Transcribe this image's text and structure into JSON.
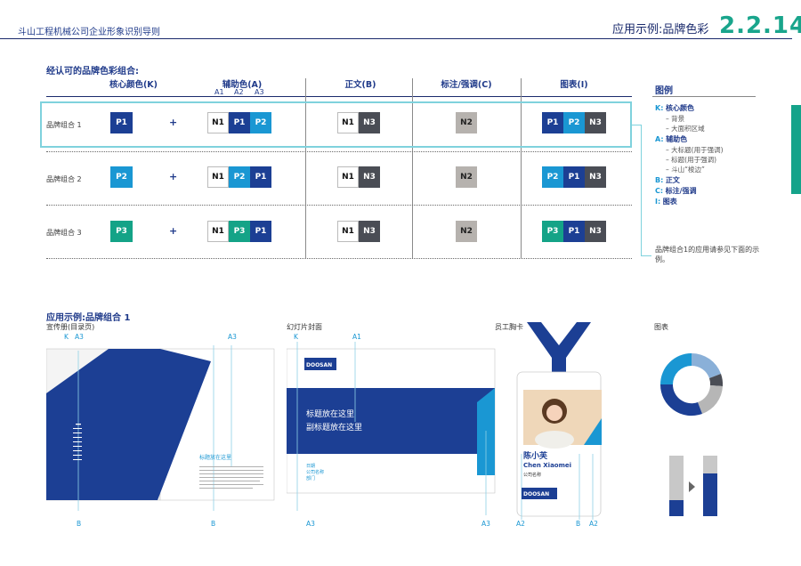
{
  "header": {
    "left_title": "斗山工程机械公司企业形象识别导则",
    "right_title": "应用示例:品牌色彩",
    "page_number": "2.2.14"
  },
  "table": {
    "title": "经认可的品牌色彩组合:",
    "columns": {
      "core": "核心颜色(K)",
      "aux": "辅助色(A)",
      "aux_sub": [
        "A1",
        "A2",
        "A3"
      ],
      "body": "正文(B)",
      "note": "标注/强调(C)",
      "chart": "图表(I)"
    },
    "plus": "+",
    "rows": [
      {
        "label": "品牌组合 1",
        "core": "P1",
        "aux": [
          "N1",
          "P1",
          "P2"
        ],
        "body": [
          "N1",
          "N3"
        ],
        "note": "N2",
        "chart": [
          "P1",
          "P2",
          "N3"
        ]
      },
      {
        "label": "品牌组合 2",
        "core": "P2",
        "aux": [
          "N1",
          "P2",
          "P1"
        ],
        "body": [
          "N1",
          "N3"
        ],
        "note": "N2",
        "chart": [
          "P2",
          "P1",
          "N3"
        ]
      },
      {
        "label": "品牌组合 3",
        "core": "P3",
        "aux": [
          "N1",
          "P3",
          "P1"
        ],
        "body": [
          "N1",
          "N3"
        ],
        "note": "N2",
        "chart": [
          "P3",
          "P1",
          "N3"
        ]
      }
    ]
  },
  "legend": {
    "title": "图例",
    "items": [
      {
        "key": "K:",
        "label": "核心颜色",
        "subs": [
          "背景",
          "大面积区域"
        ]
      },
      {
        "key": "A:",
        "label": "辅助色",
        "subs": [
          "大标题(用于强调)",
          "标题(用于强调)",
          "斗山“梭边”"
        ]
      },
      {
        "key": "B:",
        "label": "正文",
        "subs": []
      },
      {
        "key": "C:",
        "label": "标注/强调",
        "subs": []
      },
      {
        "key": "I:",
        "label": "图表",
        "subs": []
      }
    ],
    "dash": "–",
    "note": "品牌组合1的应用请参见下面的示例。"
  },
  "examples": {
    "title": "应用示例:品牌组合 1",
    "brochure": {
      "caption": "宣传册(目录页)",
      "top_labels": [
        "K",
        "A3",
        "A3"
      ],
      "bottom_labels": [
        "B",
        "B"
      ],
      "headline": "标题放在这里"
    },
    "slide": {
      "caption": "幻灯片封面",
      "top_labels": [
        "K",
        "A1"
      ],
      "bottom_labels": [
        "A3",
        "A3"
      ],
      "title": "标题放在这里",
      "subtitle": "副标题放在这里",
      "small_lines": [
        "日期",
        "公司名称",
        "部门"
      ],
      "logo": "DOOSAN"
    },
    "badge": {
      "caption": "员工胸卡",
      "name": "陈小芙",
      "name_en": "Chen Xiaomei",
      "company": "公司名称",
      "logo": "DOOSAN",
      "bottom_labels": [
        "A2",
        "B",
        "A2"
      ]
    },
    "chart": {
      "caption": "图表"
    }
  },
  "colors": {
    "P1": "#1c3f94",
    "P2": "#1a97d3",
    "P3": "#14a387",
    "N1": "#ffffff",
    "N2": "#b6b2ae",
    "N3": "#4a4d55",
    "highlight": "#7fd2dd"
  }
}
